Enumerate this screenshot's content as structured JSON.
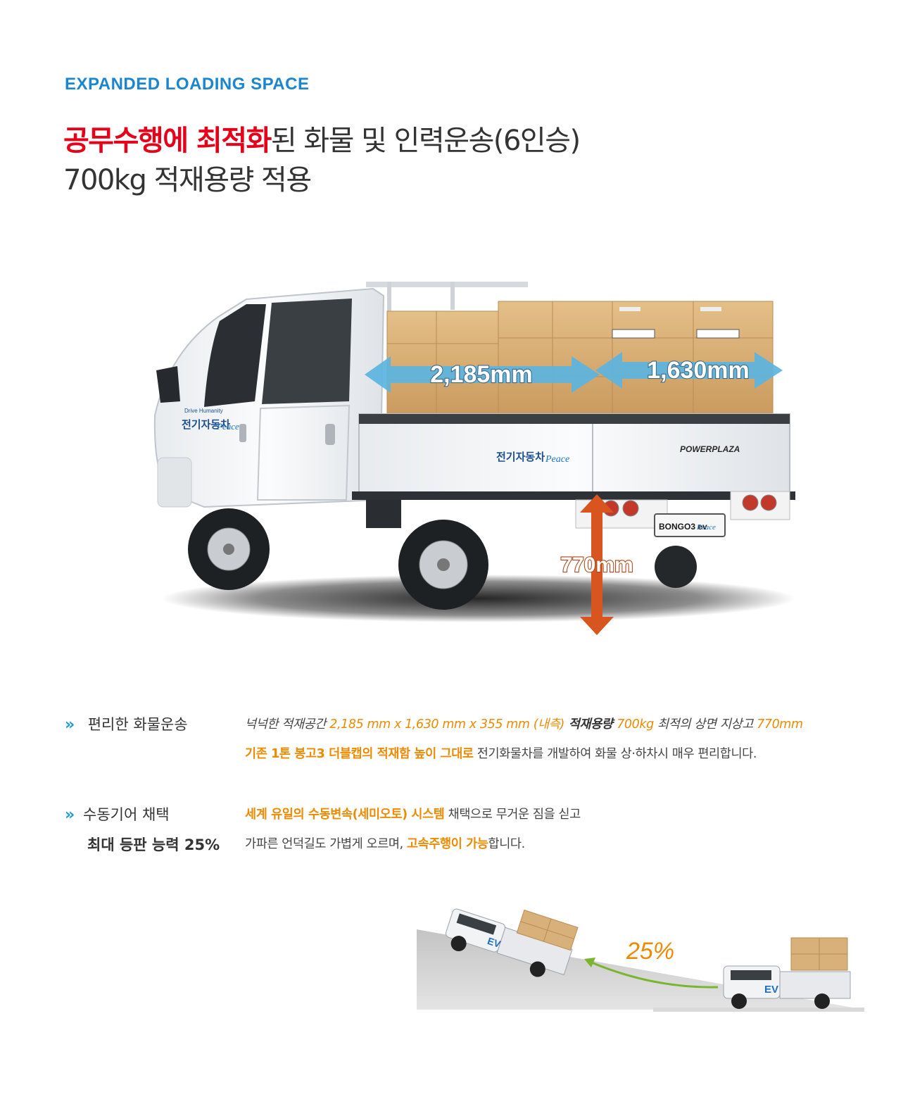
{
  "eyebrow": "EXPANDED LOADING SPACE",
  "headline": {
    "line1_red": "공무수행에 최적화",
    "line1_rest": "된 화물 및 인력운송(6인승)",
    "line2": "700kg 적재용량 적용"
  },
  "hero": {
    "length_label": "2,185mm",
    "width_label": "1,630mm",
    "height_label": "770mm",
    "door_logo_small": "Drive Humanity",
    "door_logo": "전기자동차",
    "door_logo_script": "Peace",
    "bed_logo": "전기자동차",
    "bed_logo_script": "Peace",
    "bed_brand": "POWERPLAZA",
    "plate": "BONGO3 ev",
    "plate_script": "Peace",
    "colors": {
      "arrow_blue": "#5bb4e0",
      "arrow_orange": "#d9551f",
      "cardboard": "#d8b07a"
    }
  },
  "features": [
    {
      "title_line1": "편리한 화물운송",
      "title_line2": "",
      "desc": {
        "l1_a": "넉넉한 적재공간 ",
        "l1_b": "2,185 mm x 1,630 mm x 355 mm (내측)",
        "l1_c": " 적재용량 ",
        "l1_d": "700kg",
        "l1_e": "  최적의 상면 지상고 ",
        "l1_f": "770mm",
        "l2_a": "기존 1톤 봉고3 더블캡의 적재함 높이 그대로",
        "l2_b": " 전기화물차를 개발하여 화물 상·하차시 매우 편리합니다."
      }
    },
    {
      "title_line1": "수동기어 채택",
      "title_line2": "최대 등판 능력 25%",
      "desc": {
        "l1_a": "세계 유일의 수동변속(세미오토) 시스템",
        "l1_b": " 채택으로 무거운 짐을 싣고",
        "l2_a": "가파른 언덕길도 가볍게 오르며,  ",
        "l2_b": "고속주행이 가능",
        "l2_c": "합니다."
      }
    }
  ],
  "incline": {
    "grade_label": "25%",
    "truck_badge": "EV",
    "colors": {
      "arrow_green": "#7ab52e",
      "slope_gray": "#cfcfcf"
    }
  },
  "icons": {
    "bullet": "double-chevron-right-icon"
  }
}
